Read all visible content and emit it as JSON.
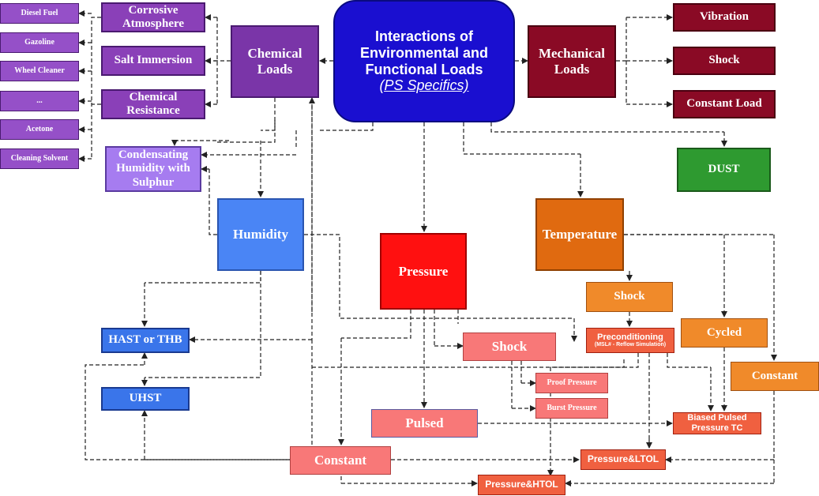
{
  "diagram": {
    "main": {
      "title": "Interactions of Environmental and Functional Loads",
      "subtitle": "(PS Specifics)",
      "color": "#1a0fd0"
    },
    "chemical": {
      "title": "Chemical Loads",
      "sub": [
        "Corrosive Atmosphere",
        "Salt Immersion",
        "Chemical Resistance"
      ],
      "agents": [
        "Diesel Fuel",
        "Gazoline",
        "Wheel Cleaner",
        "...",
        "Acetone",
        "Cleaning Solvent"
      ],
      "condensing": "Condensating Humidity with Sulphur"
    },
    "mechanical": {
      "title": "Mechanical Loads",
      "sub": [
        "Vibration",
        "Shock",
        "Constant Load"
      ]
    },
    "dust": "DUST",
    "humidity": {
      "title": "Humidity",
      "tests": [
        "HAST or THB",
        "UHST"
      ]
    },
    "pressure": {
      "title": "Pressure",
      "shock": "Shock",
      "proof": "Proof Pressure",
      "burst": "Burst Pressure",
      "pulsed": "Pulsed",
      "constant": "Constant"
    },
    "temperature": {
      "title": "Temperature",
      "shock": "Shock",
      "preconditioning": "Preconditioning",
      "preconditioning_note": "(MSL# - Reflow Simulation)",
      "cycled": "Cycled",
      "constant": "Constant"
    },
    "results": {
      "biased": "Biased Pulsed Pressure TC",
      "ltol": "Pressure&LTOL",
      "htol": "Pressure&HTOL"
    }
  }
}
